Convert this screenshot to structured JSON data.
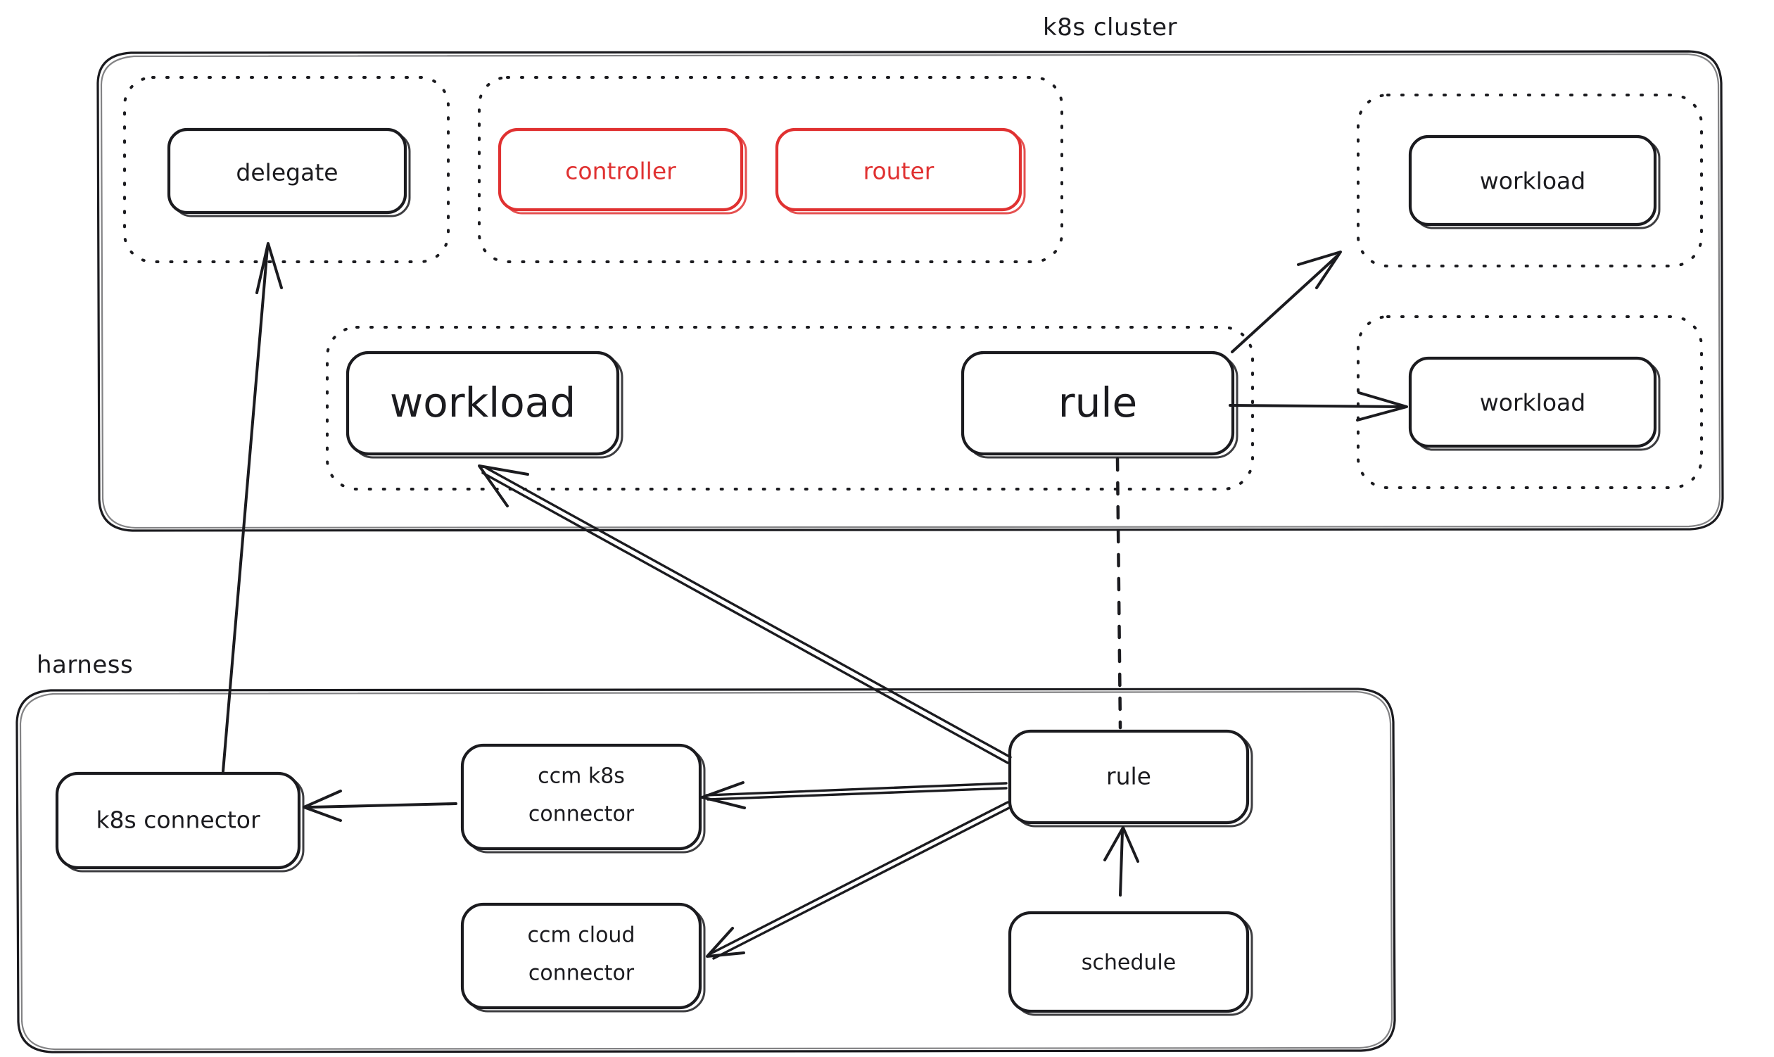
{
  "diagram": {
    "title_visible": false,
    "colors": {
      "ink": "#1b1b1f",
      "accent_red": "#e03131",
      "background": "#ffffff"
    },
    "groups": [
      {
        "id": "k8s-cluster",
        "label": "k8s cluster"
      },
      {
        "id": "harness",
        "label": "harness"
      }
    ],
    "k8s_cluster": {
      "label": "k8s cluster",
      "subgroups": [
        {
          "id": "delegate-group",
          "nodes": [
            {
              "id": "delegate",
              "label": "delegate",
              "color": "ink"
            }
          ]
        },
        {
          "id": "controller-router-group",
          "nodes": [
            {
              "id": "controller",
              "label": "controller",
              "color": "red"
            },
            {
              "id": "router",
              "label": "router",
              "color": "red"
            }
          ]
        },
        {
          "id": "workload-rule-group",
          "nodes": [
            {
              "id": "workload-main",
              "label": "workload",
              "color": "ink"
            },
            {
              "id": "rule-cluster",
              "label": "rule",
              "color": "ink"
            }
          ]
        },
        {
          "id": "workload-top-group",
          "nodes": [
            {
              "id": "workload-top",
              "label": "workload",
              "color": "ink"
            }
          ]
        },
        {
          "id": "workload-bottom-group",
          "nodes": [
            {
              "id": "workload-bottom",
              "label": "workload",
              "color": "ink"
            }
          ]
        }
      ]
    },
    "harness": {
      "label": "harness",
      "nodes": [
        {
          "id": "k8s-connector",
          "label": "k8s connector",
          "lines": [
            "k8s connector"
          ]
        },
        {
          "id": "ccm-k8s-connector",
          "label": "ccm k8s connector",
          "lines": [
            "ccm k8s",
            "connector"
          ]
        },
        {
          "id": "ccm-cloud-connector",
          "label": "ccm cloud connector",
          "lines": [
            "ccm cloud",
            "connector"
          ]
        },
        {
          "id": "rule-harness",
          "label": "rule",
          "lines": [
            "rule"
          ]
        },
        {
          "id": "schedule",
          "label": "schedule",
          "lines": [
            "schedule"
          ]
        }
      ]
    },
    "edges": [
      {
        "id": "e1",
        "from": "k8s-connector",
        "to": "delegate",
        "style": "solid",
        "arrow": "to"
      },
      {
        "id": "e2",
        "from": "rule-harness",
        "to": "workload-main",
        "style": "solid",
        "arrow": "to"
      },
      {
        "id": "e3",
        "from": "rule-harness",
        "to": "ccm-k8s-connector",
        "style": "solid",
        "arrow": "to"
      },
      {
        "id": "e4",
        "from": "rule-harness",
        "to": "ccm-cloud-connector",
        "style": "solid",
        "arrow": "to"
      },
      {
        "id": "e5",
        "from": "ccm-k8s-connector",
        "to": "k8s-connector",
        "style": "solid",
        "arrow": "to"
      },
      {
        "id": "e6",
        "from": "schedule",
        "to": "rule-harness",
        "style": "solid",
        "arrow": "to"
      },
      {
        "id": "e7",
        "from": "rule-cluster",
        "to": "workload-top",
        "style": "solid",
        "arrow": "to"
      },
      {
        "id": "e8",
        "from": "rule-cluster",
        "to": "workload-bottom",
        "style": "solid",
        "arrow": "to"
      },
      {
        "id": "e9",
        "from": "rule-cluster",
        "to": "rule-harness",
        "style": "dashed",
        "arrow": "none"
      }
    ]
  }
}
